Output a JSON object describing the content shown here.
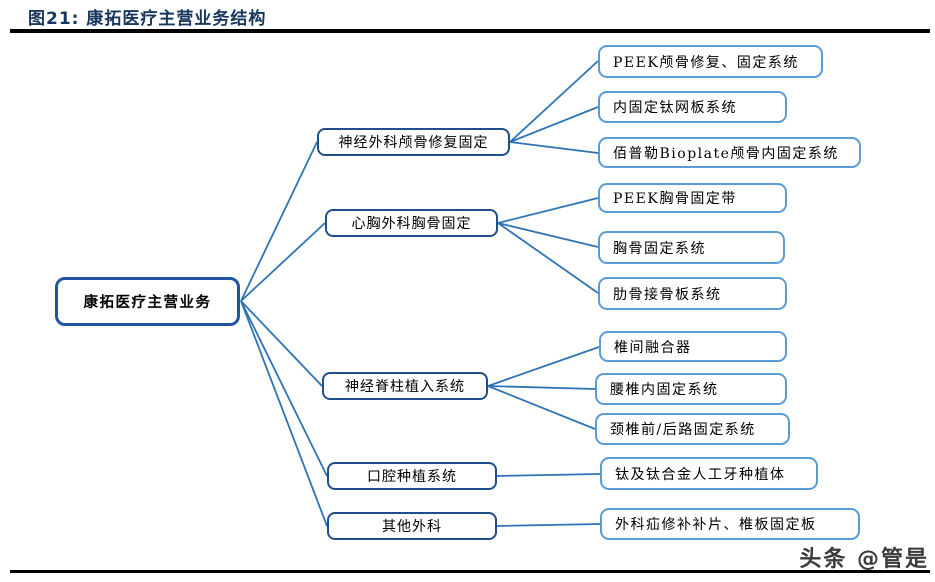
{
  "figure": {
    "title": "图21: 康拓医疗主营业务结构"
  },
  "tree": {
    "root": "康拓医疗主营业务",
    "branches": [
      {
        "label": "神经外科颅骨修复固定",
        "children": [
          "PEEK颅骨修复、固定系统",
          "内固定钛网板系统",
          "佰普勒Bioplate颅骨内固定系统"
        ]
      },
      {
        "label": "心胸外科胸骨固定",
        "children": [
          "PEEK胸骨固定带",
          "胸骨固定系统",
          "肋骨接骨板系统"
        ]
      },
      {
        "label": "神经脊柱植入系统",
        "children": [
          "椎间融合器",
          "腰椎内固定系统",
          "颈椎前/后路固定系统"
        ]
      },
      {
        "label": "口腔种植系统",
        "children": [
          "钛及钛合金人工牙种植体"
        ]
      },
      {
        "label": "其他外科",
        "children": [
          "外科疝修补补片、椎板固定板"
        ]
      }
    ]
  },
  "watermark": "头条 @管是",
  "colors": {
    "title": "#17375e",
    "root_border": "#2155a3",
    "branch_border": "#1f4e8c",
    "leaf_border": "#5b9bd5",
    "connector": "#2e74b5",
    "rule": "#000000",
    "background": "#ffffff"
  }
}
